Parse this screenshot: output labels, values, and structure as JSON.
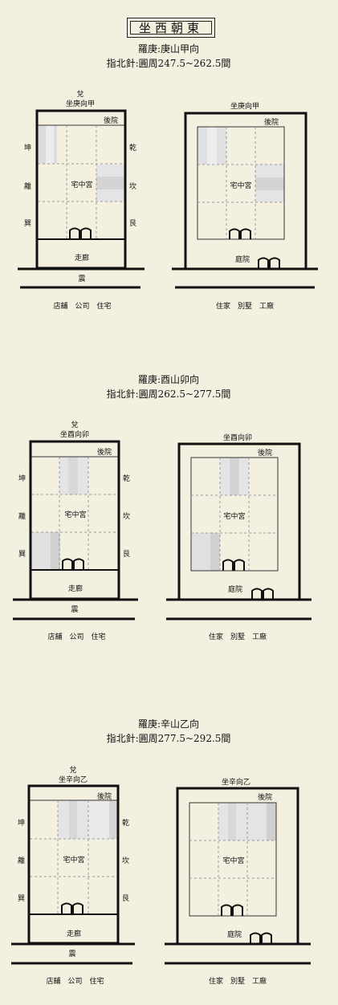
{
  "header": {
    "title": "坐西朝東"
  },
  "sections": [
    {
      "lines": [
        "羅庚:庚山甲向",
        "指北針:圓周247.5~262.5間"
      ],
      "left": {
        "top_label": "兌",
        "sub_label": "坐庚向甲",
        "backyard": "後院",
        "center": "宅中宮",
        "corridor": "走廊",
        "bottom_label": "震",
        "left_labels": [
          "坤",
          "離",
          "巽"
        ],
        "right_labels": [
          "乾",
          "坎",
          "艮"
        ],
        "caption": "店舖　公司　住宅"
      },
      "right": {
        "sub_label": "坐庚向甲",
        "backyard": "後院",
        "center": "宅中宮",
        "courtyard": "庭院",
        "caption": "住家　別墅　工廠"
      }
    },
    {
      "lines": [
        "羅庚:酉山卯向",
        "指北針:圓周262.5~277.5間"
      ],
      "left": {
        "top_label": "兌",
        "sub_label": "坐酉向卯",
        "backyard": "後院",
        "center": "宅中宮",
        "corridor": "走廊",
        "bottom_label": "震",
        "left_labels": [
          "坤",
          "離",
          "巽"
        ],
        "right_labels": [
          "乾",
          "坎",
          "艮"
        ],
        "caption": "店舖　公司　住宅"
      },
      "right": {
        "sub_label": "坐酉向卯",
        "backyard": "後院",
        "center": "宅中宮",
        "courtyard": "庭院",
        "caption": "住家　別墅　工廠"
      }
    },
    {
      "lines": [
        "羅庚:辛山乙向",
        "指北針:圓周277.5~292.5間"
      ],
      "left": {
        "top_label": "兌",
        "sub_label": "坐辛向乙",
        "backyard": "後院",
        "center": "宅中宮",
        "corridor": "走廊",
        "bottom_label": "震",
        "left_labels": [
          "坤",
          "離",
          "巽"
        ],
        "right_labels": [
          "乾",
          "坎",
          "艮"
        ],
        "caption": "店舖　公司　住宅"
      },
      "right": {
        "sub_label": "坐辛向乙",
        "backyard": "後院",
        "center": "宅中宮",
        "courtyard": "庭院",
        "caption": "住家　別墅　工廠"
      }
    }
  ]
}
